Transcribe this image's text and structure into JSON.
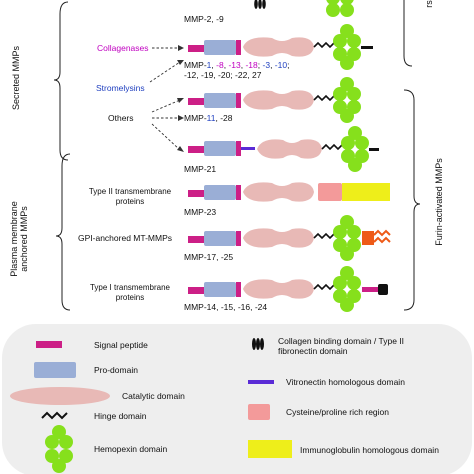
{
  "group_labels": {
    "secreted": "Secreted MMPs",
    "membrane_line1": "Plasma membrane",
    "membrane_line2": "anchored MMPs",
    "furin": "Furin-activated MMPs",
    "right_top_fragment": "rs"
  },
  "rows": {
    "r1": {
      "names": "MMP-2, -9"
    },
    "collagenases": {
      "label": "Collagenases",
      "label_color": "#c000c0",
      "nums_line1": [
        {
          "t": "MMP-",
          "c": "#111111"
        },
        {
          "t": "1",
          "c": "#1f3fbf"
        },
        {
          "t": ", ",
          "c": "#111111"
        },
        {
          "t": "-8",
          "c": "#c000c0"
        },
        {
          "t": ", ",
          "c": "#111111"
        },
        {
          "t": "-13",
          "c": "#c000c0"
        },
        {
          "t": ", ",
          "c": "#111111"
        },
        {
          "t": "-18",
          "c": "#c000c0"
        },
        {
          "t": "; ",
          "c": "#111111"
        },
        {
          "t": "-3",
          "c": "#1f3fbf"
        },
        {
          "t": ", ",
          "c": "#111111"
        },
        {
          "t": "-10",
          "c": "#1f3fbf"
        },
        {
          "t": ";",
          "c": "#111111"
        }
      ],
      "nums_line2": "-12, -19, -20; -22, 27"
    },
    "stromelysins": {
      "label": "Stromelysins",
      "label_color": "#1f3fbf"
    },
    "others": {
      "label": "Others",
      "r4_parts": [
        {
          "t": "MMP-",
          "c": "#111111"
        },
        {
          "t": "11",
          "c": "#1f3fbf"
        },
        {
          "t": ", -28",
          "c": "#111111"
        }
      ]
    },
    "r5": {
      "names": "MMP-21"
    },
    "type2": {
      "label_line1": "Type II transmembrane",
      "label_line2": "proteins",
      "names": "MMP-23"
    },
    "gpi": {
      "label": "GPI-anchored MT-MMPs",
      "names": "MMP-17, -25"
    },
    "type1": {
      "label_line1": "Type I transmembrane",
      "label_line2": "proteins",
      "names": "MMP-14, -15, -16, -24"
    }
  },
  "legend": {
    "left": [
      {
        "name": "Signal peptide",
        "icon": "signal-peptide-icon"
      },
      {
        "name": "Pro-domain",
        "icon": "pro-domain-icon"
      },
      {
        "name": "Catalytic domain",
        "icon": "catalytic-domain-icon"
      },
      {
        "name": "Hinge domain",
        "icon": "hinge-domain-icon"
      },
      {
        "name": "Hemopexin domain",
        "icon": "hemopexin-domain-icon"
      }
    ],
    "right": [
      {
        "name_line1": "Collagen binding domain / Type II",
        "name_line2": "fibronectin domain",
        "icon": "collagen-binding-icon"
      },
      {
        "name": "Vitronectin homologous domain",
        "icon": "vitronectin-icon"
      },
      {
        "name": "Cysteine/proline rich region",
        "icon": "cysteine-proline-icon"
      },
      {
        "name": "Immunoglobulin homologous domain",
        "icon": "immunoglobulin-icon"
      }
    ]
  },
  "colors": {
    "signal": "#cc1f86",
    "pro": "#9aaed6",
    "cat": "#e8b9b6",
    "hemopexin": "#86e01c",
    "cysteine": "#f39a9a",
    "immuno": "#eeee1a",
    "vitronectin": "#5a2bd6",
    "gpi": "#ee5a17",
    "legend_bg": "#eeeeee"
  }
}
